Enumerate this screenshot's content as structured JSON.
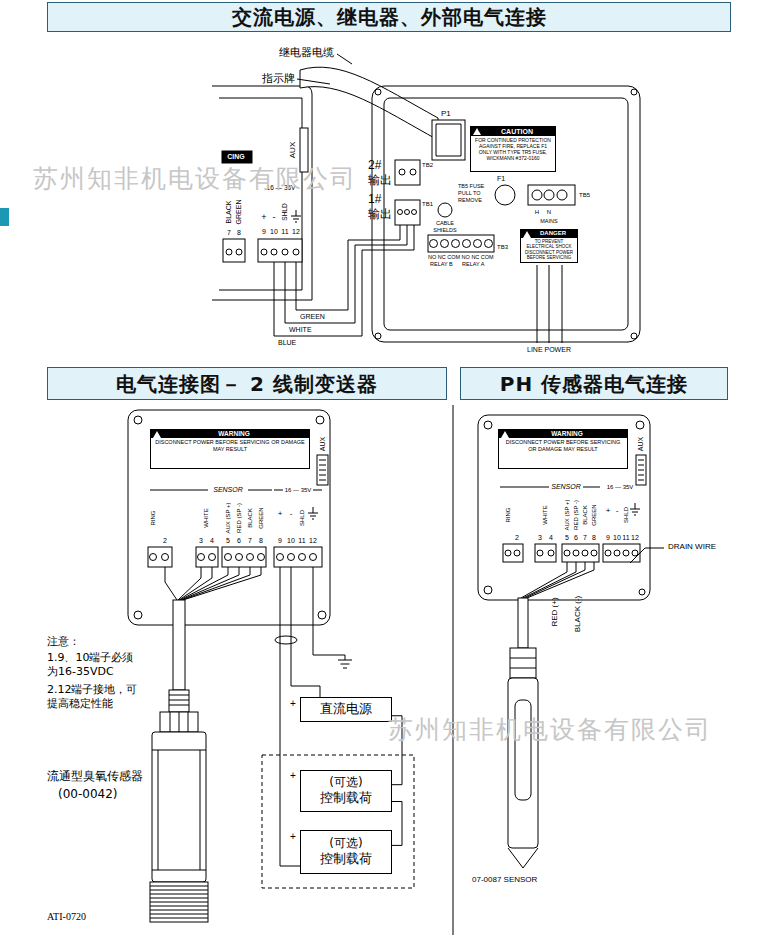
{
  "diagram": {
    "nodes": [
      {
        "text": [
          "交流电源、继电器、外部电气连接"
        ]
      },
      {
        "text": [
          "CAUTION",
          "FOR CONTINUED PROTECTION AGAINST FIRE, REPLACE F1 ONLY WITH TYPE TR5 FUSE, WICKMANN #372-0160"
        ]
      },
      {
        "text": [
          "DANGER",
          "TO PREVENT ELECTRICAL SHOCK DISCONNECT POWER BEFORE SERVICING"
        ]
      },
      {
        "text": [
          "电气连接图－ 2 线制变送器"
        ]
      },
      {
        "text": [
          "WARNING",
          "DISCONNECT POWER BEFORE SERVICING OR DAMAGE MAY RESULT"
        ]
      },
      {
        "text": [
          "直流电源"
        ]
      },
      {
        "text": [
          "(可选)",
          "控制载荷"
        ]
      },
      {
        "text": [
          "(可选)",
          "控制载荷"
        ]
      },
      {
        "text": [
          "PH 传感器电气连接"
        ]
      },
      {
        "text": [
          "WARNING",
          "DISCONNECT POWER BEFORE SERVICING OR DAMAGE MAY RESULT"
        ]
      }
    ],
    "edges": [
      {
        "from": 5,
        "to": 6,
        "arrow": "none"
      },
      {
        "from": 6,
        "to": 7,
        "arrow": "none"
      }
    ],
    "labels": [
      "继电器电缆",
      "指示牌",
      "2# 输出",
      "1# 输出",
      "AUX",
      "CING",
      "BLACK",
      "GREEN",
      "7",
      "8",
      "16 — 35V",
      "+",
      "-",
      "SHLD",
      "9",
      "10",
      "11",
      "12",
      "P1",
      "TB2",
      "TB1",
      "CABLE SHIELDS",
      "F1",
      "TB5 FUSE PULL TO REMOVE",
      "TB5",
      "H",
      "N",
      "MAINS",
      "TB3",
      "NO NC COM NO NC COM",
      "RELAY B",
      "RELAY A",
      "GREEN",
      "WHITE",
      "BLUE",
      "LINE POWER",
      "苏州知非机电设备有限公司",
      "AUX",
      "SENSOR",
      "RING",
      "2",
      "WHITE",
      "3",
      "4",
      "AUX (SP +)",
      "RED (SP -)",
      "BLACK",
      "GREEN",
      "5",
      "6",
      "7",
      "8",
      "16 — 35V",
      "+",
      "-",
      "SHLD",
      "9",
      "10",
      "11",
      "12",
      "注意：",
      "1.9、10端子必须 为16-35VDC",
      "2.12端子接地，可 提高稳定性能",
      "流通型臭氧传感器",
      "(00-0042)",
      "ATI-0720",
      "+",
      "+",
      "+",
      "AUX",
      "SENSOR",
      "RING",
      "2",
      "WHITE",
      "3",
      "4",
      "AUX (SP +)",
      "RED (SP -)",
      "BLACK",
      "GREEN",
      "5",
      "6",
      "7",
      "8",
      "16 — 35V",
      "+",
      "-",
      "SHLD",
      "9",
      "10",
      "11",
      "12",
      "DRAIN WIRE",
      "RED (+)",
      "BLACK (-)",
      "07-0087 SENSOR",
      "苏州知非机电设备有限公司"
    ]
  }
}
